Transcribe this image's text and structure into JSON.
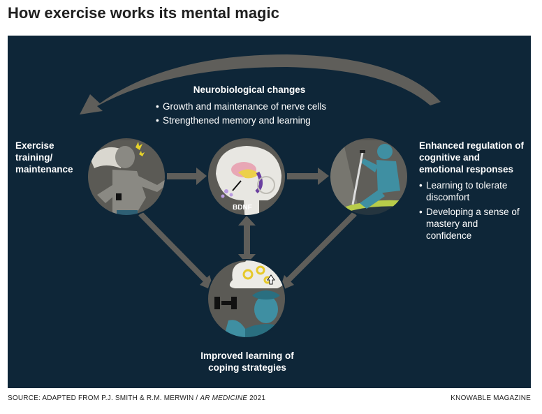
{
  "title": "How exercise works its mental magic",
  "nodes": {
    "exercise": {
      "title": "Exercise training/ maintenance"
    },
    "neuro": {
      "title": "Neurobiological changes",
      "bullets": [
        "Growth and maintenance of nerve cells",
        "Strengthened memory and learning"
      ]
    },
    "brain": {
      "label": "BDNF"
    },
    "enhanced": {
      "title": "Enhanced regulation of cognitive and emotional responses",
      "bullets": [
        "Learning to tolerate discomfort",
        "Developing a sense of mastery and confidence"
      ]
    },
    "coping": {
      "title": "Improved learning of coping strategies"
    }
  },
  "footer": {
    "source_prefix": "SOURCE: ADAPTED FROM P.J. SMITH & R.M. MERWIN / ",
    "source_journal": "AR MEDICINE",
    "source_year": " 2021",
    "credit": "KNOWABLE MAGAZINE"
  },
  "colors": {
    "panel": "#0e2638",
    "arrow": "#5f5e5a",
    "circle_fill": "#53524e"
  }
}
